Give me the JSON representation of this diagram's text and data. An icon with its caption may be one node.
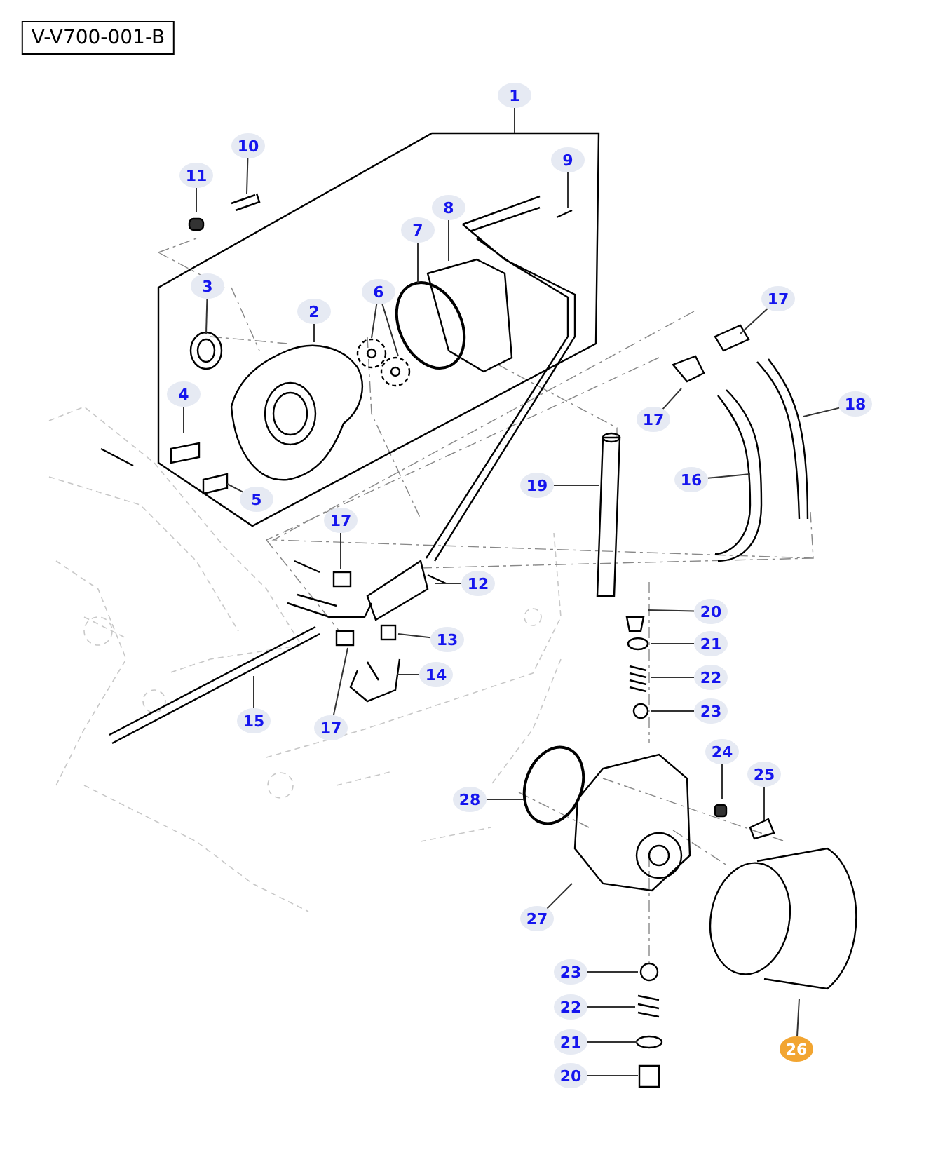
{
  "diagram": {
    "nodes": [
      {
        "text": [
          "V-V700-001-B"
        ]
      },
      {
        "text": [
          "1"
        ]
      },
      {
        "text": [
          "10"
        ]
      },
      {
        "text": [
          "9"
        ]
      },
      {
        "text": [
          "11"
        ]
      },
      {
        "text": [
          "8"
        ]
      },
      {
        "text": [
          "7"
        ]
      },
      {
        "text": [
          "3"
        ]
      },
      {
        "text": [
          "6"
        ]
      },
      {
        "text": [
          "17"
        ]
      },
      {
        "text": [
          "2"
        ]
      },
      {
        "text": [
          "4"
        ]
      },
      {
        "text": [
          "18"
        ]
      },
      {
        "text": [
          "17"
        ]
      },
      {
        "text": [
          "16"
        ]
      },
      {
        "text": [
          "19"
        ]
      },
      {
        "text": [
          "5"
        ]
      },
      {
        "text": [
          "17"
        ]
      },
      {
        "text": [
          "12"
        ]
      },
      {
        "text": [
          "20"
        ]
      },
      {
        "text": [
          "13"
        ]
      },
      {
        "text": [
          "21"
        ]
      },
      {
        "text": [
          "14"
        ]
      },
      {
        "text": [
          "22"
        ]
      },
      {
        "text": [
          "23"
        ]
      },
      {
        "text": [
          "15"
        ]
      },
      {
        "text": [
          "17"
        ]
      },
      {
        "text": [
          "24"
        ]
      },
      {
        "text": [
          "25"
        ]
      },
      {
        "text": [
          "28"
        ]
      },
      {
        "text": [
          "27"
        ]
      },
      {
        "text": [
          "23"
        ]
      },
      {
        "text": [
          "22"
        ]
      },
      {
        "text": [
          "21"
        ]
      },
      {
        "text": [
          "26"
        ]
      },
      {
        "text": [
          "20"
        ]
      }
    ],
    "edges": [
      {
        "from": 1,
        "to": null,
        "arrow": "none"
      },
      {
        "from": 2,
        "to": null,
        "arrow": "none"
      },
      {
        "from": 3,
        "to": null,
        "arrow": "none"
      },
      {
        "from": 4,
        "to": null,
        "arrow": "none"
      },
      {
        "from": 5,
        "to": null,
        "arrow": "none"
      },
      {
        "from": 6,
        "to": null,
        "arrow": "none"
      },
      {
        "from": 7,
        "to": null,
        "arrow": "none"
      },
      {
        "from": 8,
        "to": null,
        "arrow": "none"
      },
      {
        "from": 8,
        "to": null,
        "arrow": "none"
      },
      {
        "from": 9,
        "to": null,
        "arrow": "none"
      },
      {
        "from": 10,
        "to": null,
        "arrow": "none"
      },
      {
        "from": 11,
        "to": null,
        "arrow": "none"
      },
      {
        "from": 12,
        "to": null,
        "arrow": "none"
      },
      {
        "from": 13,
        "to": null,
        "arrow": "none"
      },
      {
        "from": 14,
        "to": null,
        "arrow": "none"
      },
      {
        "from": 15,
        "to": null,
        "arrow": "none"
      },
      {
        "from": 16,
        "to": null,
        "arrow": "none"
      },
      {
        "from": 17,
        "to": null,
        "arrow": "none"
      },
      {
        "from": 18,
        "to": null,
        "arrow": "none"
      },
      {
        "from": 19,
        "to": null,
        "arrow": "none"
      },
      {
        "from": 20,
        "to": null,
        "arrow": "none"
      },
      {
        "from": 21,
        "to": null,
        "arrow": "none"
      },
      {
        "from": 22,
        "to": null,
        "arrow": "none"
      },
      {
        "from": 23,
        "to": null,
        "arrow": "none"
      },
      {
        "from": 24,
        "to": null,
        "arrow": "none"
      },
      {
        "from": 25,
        "to": null,
        "arrow": "none"
      },
      {
        "from": 26,
        "to": null,
        "arrow": "none"
      },
      {
        "from": 27,
        "to": null,
        "arrow": "none"
      },
      {
        "from": 28,
        "to": null,
        "arrow": "none"
      },
      {
        "from": 29,
        "to": null,
        "arrow": "none"
      },
      {
        "from": 30,
        "to": null,
        "arrow": "none"
      },
      {
        "from": 31,
        "to": null,
        "arrow": "none"
      },
      {
        "from": 32,
        "to": null,
        "arrow": "none"
      },
      {
        "from": 33,
        "to": null,
        "arrow": "none"
      },
      {
        "from": 34,
        "to": null,
        "arrow": "none"
      },
      {
        "from": 35,
        "to": null,
        "arrow": "none"
      }
    ]
  }
}
